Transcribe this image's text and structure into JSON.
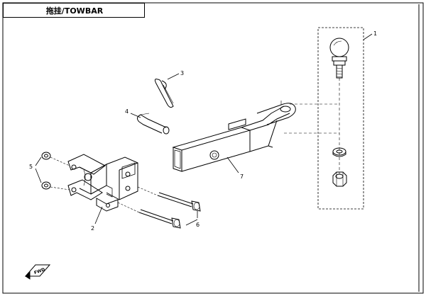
{
  "title": "拖挂/TOWBAR",
  "callouts": [
    {
      "id": "1",
      "part": "ball"
    },
    {
      "id": "2",
      "part": "hitch-bracket"
    },
    {
      "id": "3",
      "part": "cotter-pin"
    },
    {
      "id": "4",
      "part": "hitch-pin"
    },
    {
      "id": "5",
      "part": "bracket-nut"
    },
    {
      "id": "6",
      "part": "bolt"
    },
    {
      "id": "7",
      "part": "towbar-tube"
    }
  ],
  "direction_marker": "FWD",
  "colors": {
    "line": "#000000",
    "background": "#ffffff"
  }
}
